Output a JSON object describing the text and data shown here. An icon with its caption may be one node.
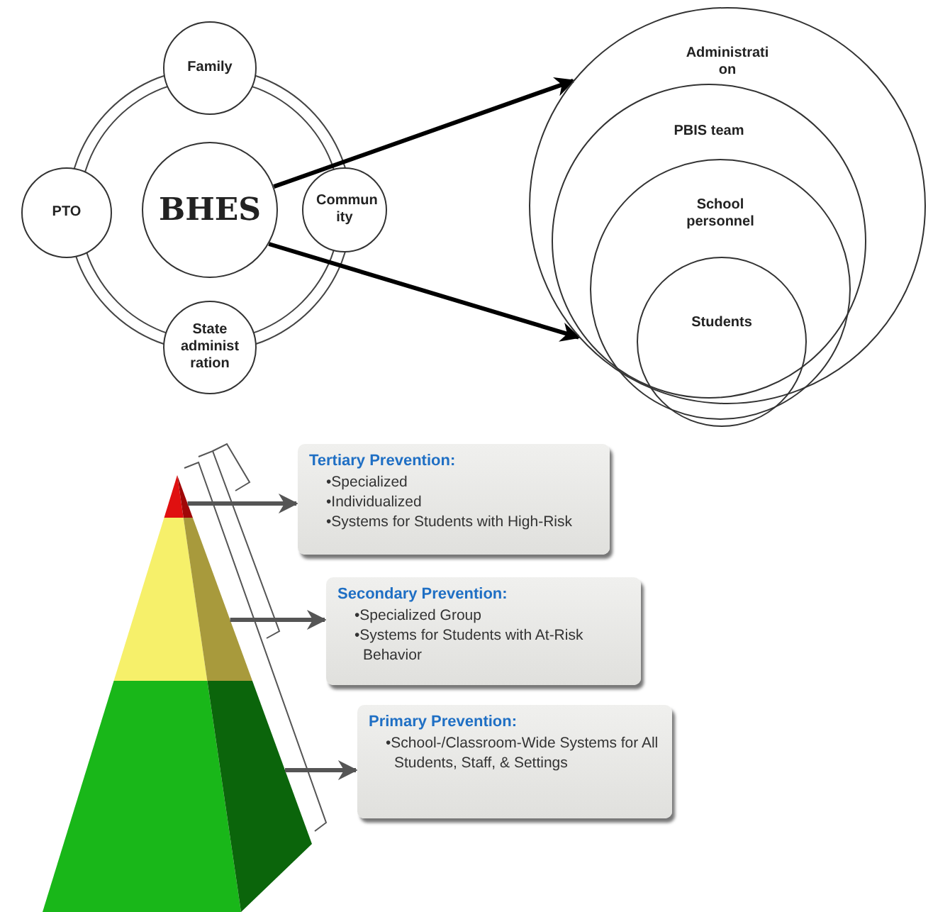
{
  "diagram": {
    "nodes": [
      {
        "text": [
          "Family"
        ]
      },
      {
        "text": [
          "PTO"
        ]
      },
      {
        "text": [
          "BHES"
        ]
      },
      {
        "text": [
          "Commun ity"
        ]
      },
      {
        "text": [
          "State administ ration"
        ]
      },
      {
        "text": [
          "Administrati on"
        ]
      },
      {
        "text": [
          "PBIS team"
        ],
        "in": 5
      },
      {
        "text": [
          "School personnel"
        ],
        "in": 6
      },
      {
        "text": [
          "Students"
        ],
        "in": 7
      },
      {
        "text": [],
        "shape": "triangle"
      },
      {
        "text": [],
        "shape": "band"
      },
      {
        "text": [],
        "shape": "band"
      },
      {
        "text": [
          "Tertiary Prevention:",
          "•Specialized",
          "•Individualized",
          "•Systems for Students with High-Risk"
        ]
      },
      {
        "text": [
          "Secondary Prevention:",
          "•Specialized Group",
          "•Systems for Students with At-Risk Behavior"
        ]
      },
      {
        "text": [
          "Primary Prevention:",
          "•School-/Classroom-Wide Systems for All Students, Staff, & Settings"
        ]
      }
    ],
    "edges": [
      {
        "from": 2,
        "to": 5,
        "arrow": "to",
        "color": "#000000"
      },
      {
        "from": 2,
        "to": 5,
        "arrow": "to",
        "color": "#000000"
      },
      {
        "from": 9,
        "to": 12,
        "arrow": "to"
      },
      {
        "from": 10,
        "to": 13,
        "arrow": "to"
      },
      {
        "from": 11,
        "to": 14,
        "arrow": "to"
      }
    ]
  }
}
